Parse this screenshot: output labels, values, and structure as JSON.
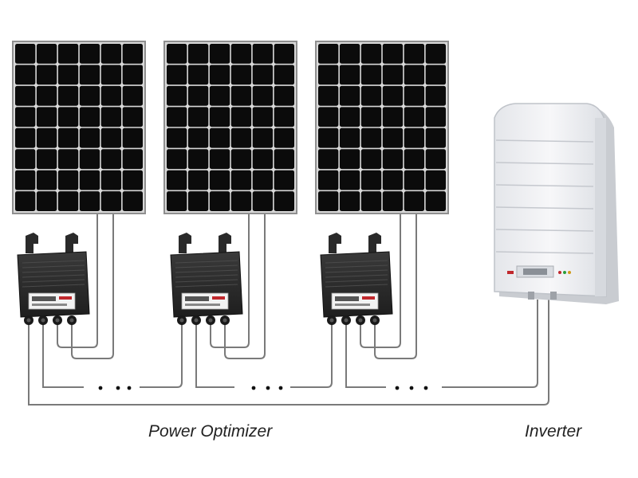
{
  "labels": {
    "optimizer": "Power Optimizer",
    "inverter": "Inverter"
  },
  "diagram": {
    "panel_count": 3,
    "optimizer_count": 3,
    "panel_grid": {
      "columns": 6,
      "rows": 8
    },
    "continuation_marker": "• • •"
  },
  "colors": {
    "background": "#ffffff",
    "panel_frame": "#8f8f8f",
    "panel_cell": "#0b0b0b",
    "panel_grid_line": "#d8d8d8",
    "cable": "#7a7a7a",
    "optimizer_body": "#2e2e2e",
    "optimizer_label": "#f2f2f2",
    "inverter_body": "#f1f1f3",
    "inverter_shadow": "#c9ccd1",
    "caption": "#222222"
  },
  "icons": [
    "solar-panel-icon",
    "power-optimizer-icon",
    "inverter-icon"
  ]
}
